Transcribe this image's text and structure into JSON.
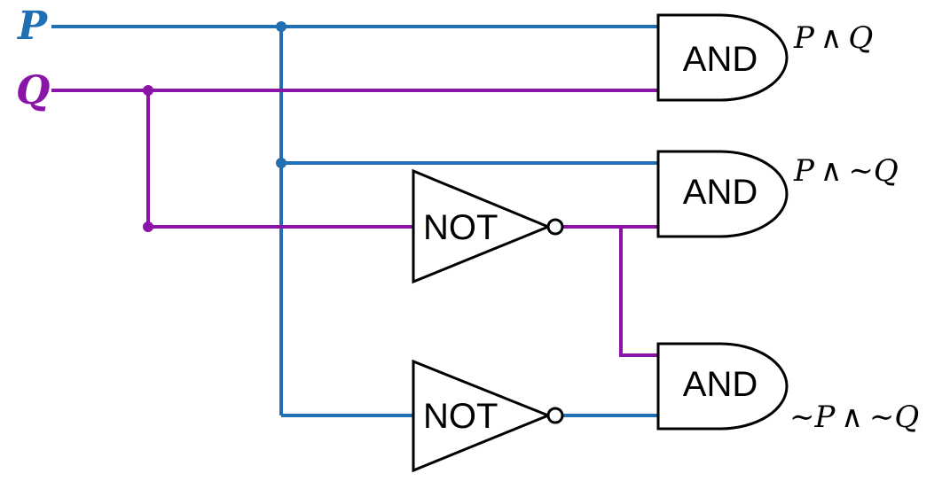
{
  "inputs": {
    "p_label": "P",
    "q_label": "Q",
    "p_color": "#1f6fb2",
    "q_color": "#8a14a8"
  },
  "gates": {
    "and_label": "AND",
    "not_label": "NOT"
  },
  "outputs": {
    "out1": "P ∧ Q",
    "out2": "P ∧ ∼Q",
    "out3": "∼P ∧ ∼Q"
  }
}
